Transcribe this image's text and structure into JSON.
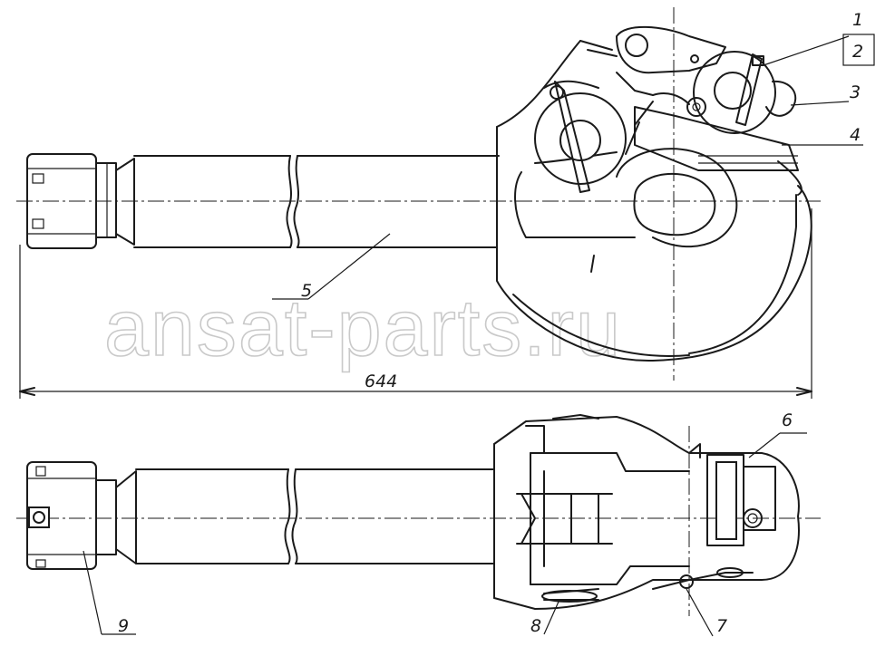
{
  "callouts": [
    {
      "id": "1",
      "text": "1"
    },
    {
      "id": "2",
      "text": "2"
    },
    {
      "id": "3",
      "text": "3"
    },
    {
      "id": "4",
      "text": "4"
    },
    {
      "id": "5",
      "text": "5"
    },
    {
      "id": "6",
      "text": "6"
    },
    {
      "id": "7",
      "text": "7"
    },
    {
      "id": "8",
      "text": "8"
    },
    {
      "id": "9",
      "text": "9"
    }
  ],
  "dimension": {
    "overall_length": "644"
  },
  "watermark": "ansat-parts.ru"
}
